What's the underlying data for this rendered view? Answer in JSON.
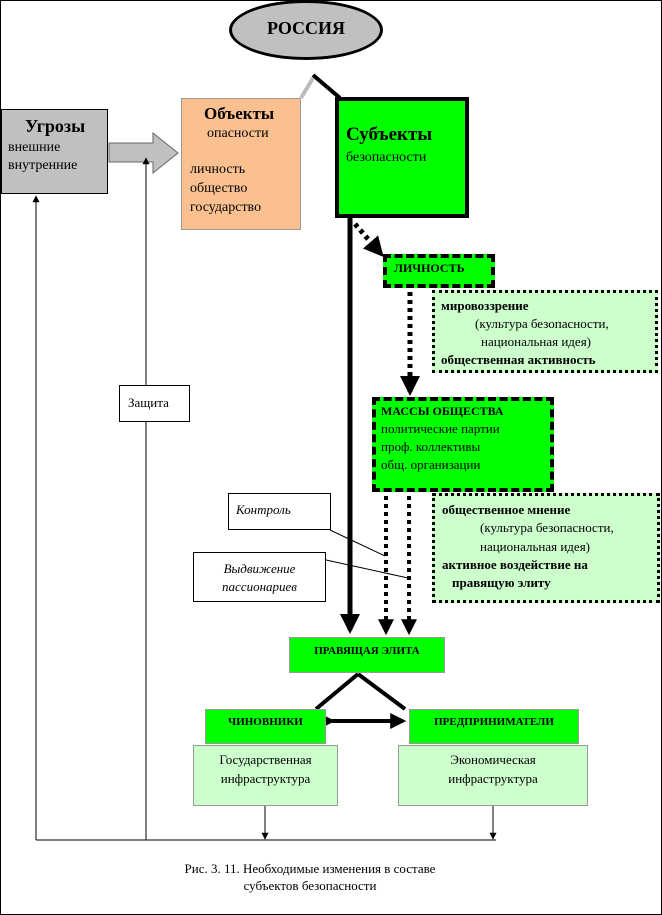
{
  "russia": "РОССИЯ",
  "threats": {
    "title": "Угрозы",
    "lines": [
      "внешние",
      "внутренние"
    ]
  },
  "objects": {
    "title": "Объекты",
    "subtitle": "опасности",
    "items": [
      "личность",
      "общество",
      "государство"
    ]
  },
  "subjects": {
    "title": "Субъекты",
    "subtitle": "безопасности"
  },
  "personality": "ЛИЧНОСТЬ",
  "worldview": {
    "lines": [
      "мировоззрение",
      "(культура безопасности,",
      "национальная идея)",
      "общественная активность"
    ]
  },
  "masses": {
    "title": "МАССЫ ОБЩЕСТВА",
    "items": [
      "политические партии",
      "проф. коллективы",
      "общ. организации"
    ]
  },
  "public_opinion": {
    "lines": [
      "общественное мнение",
      "(культура безопасности,",
      "национальная идея)",
      "активное воздействие на",
      "правящую элиту"
    ]
  },
  "control": "Контроль",
  "passionaries": [
    "Выдвижение",
    "пассионариев"
  ],
  "protection": "Защита",
  "ruling_elite": "ПРАВЯЩАЯ ЭЛИТА",
  "officials": "ЧИНОВНИКИ",
  "entrepreneurs": "ПРЕДПРИНИМАТЕЛИ",
  "state_infrastructure": [
    "Государственная",
    "инфраструктура"
  ],
  "economic_infrastructure": [
    "Экономическая",
    "инфраструктура"
  ],
  "caption": [
    "Рис. 3. 11. Необходимые изменения в составе",
    "субъектов безопасности"
  ],
  "colors": {
    "gray": "#c0c0c0",
    "orange": "#fac090",
    "green": "#00ff00",
    "light_green": "#ccffcc"
  }
}
